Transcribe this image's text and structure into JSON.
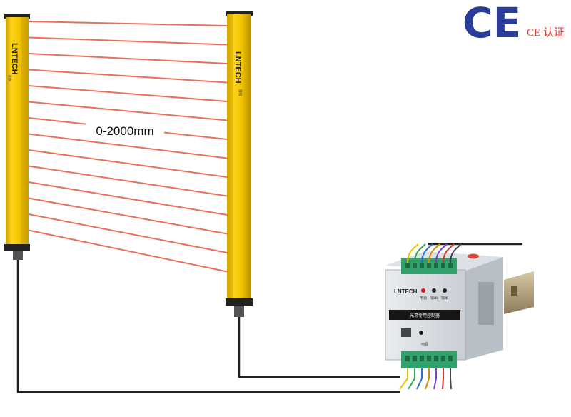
{
  "range_label": "0-2000mm",
  "cert": {
    "mark": "CE",
    "label": "CE 认证"
  },
  "emitter": {
    "brand": "LNTECH",
    "tag": "发射"
  },
  "receiver": {
    "brand": "LNTECH",
    "tag": "接收"
  },
  "controller": {
    "brand": "LNTECH",
    "strip_label": "光幕专用控制器",
    "indicators": [
      "电源",
      "输出",
      "输出"
    ],
    "port_label": "电源"
  },
  "colors": {
    "housing_yellow": "#f2c400",
    "beam_red": "#e8705a",
    "ce_blue": "#2a3d99",
    "cert_red": "#e0342c",
    "terminal_green": "#2fa36b"
  },
  "beam_count": 14
}
